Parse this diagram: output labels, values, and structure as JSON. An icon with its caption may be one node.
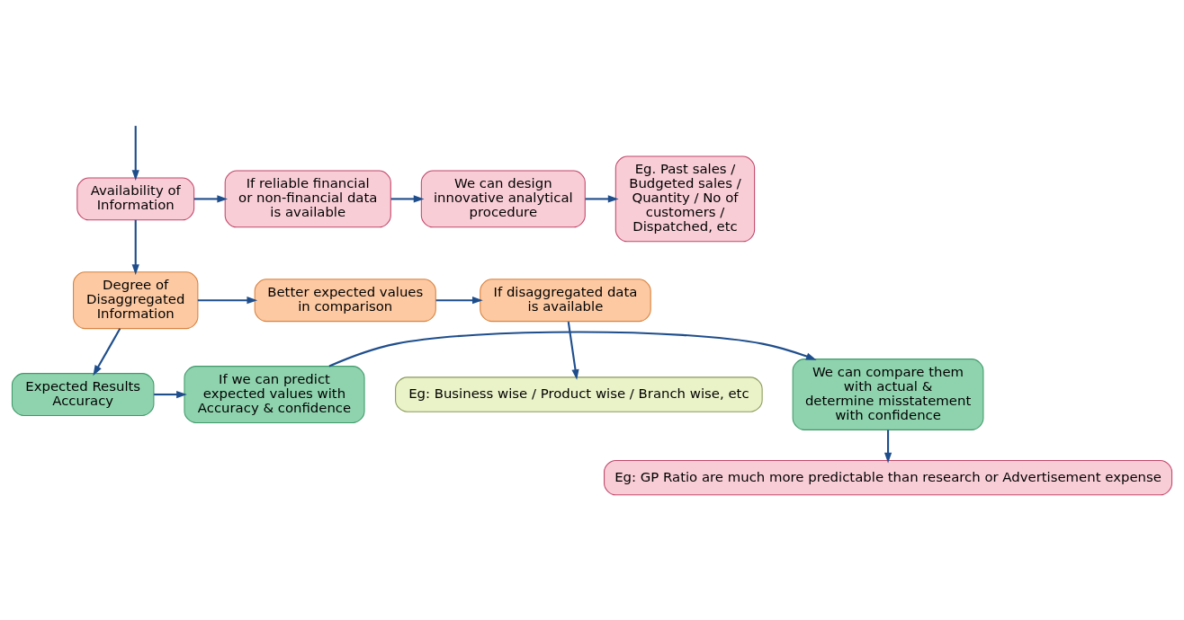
{
  "diagram": {
    "nodes": [
      {
        "text": [
          "Availability of Information"
        ]
      },
      {
        "text": [
          "If reliable financial or non-financial data is available"
        ]
      },
      {
        "text": [
          "We can design innovative analytical procedure"
        ]
      },
      {
        "text": [
          "Eg. Past sales / Budgeted sales / Quantity / No of customers / Dispatched, etc"
        ]
      },
      {
        "text": [
          "Degree of Disaggregated Information"
        ]
      },
      {
        "text": [
          "Better expected values in comparison"
        ]
      },
      {
        "text": [
          "If disaggregated data is available"
        ]
      },
      {
        "text": [
          "Eg: Business wise / Product wise / Branch wise, etc"
        ]
      },
      {
        "text": [
          "Expected Results Accuracy"
        ]
      },
      {
        "text": [
          "If we can predict expected values with Accuracy & confidence"
        ]
      },
      {
        "text": [
          "We can compare them with actual & determine misstatement with confidence"
        ]
      },
      {
        "text": [
          "Eg: GP Ratio are much more predictable than research or Advertisement expense"
        ]
      }
    ],
    "edges": [
      {
        "from": null,
        "to": 0,
        "arrow": "to"
      },
      {
        "from": 0,
        "to": 1,
        "arrow": "to"
      },
      {
        "from": 1,
        "to": 2,
        "arrow": "to"
      },
      {
        "from": 2,
        "to": 3,
        "arrow": "to"
      },
      {
        "from": 0,
        "to": 4,
        "arrow": "to"
      },
      {
        "from": 4,
        "to": 5,
        "arrow": "to"
      },
      {
        "from": 5,
        "to": 6,
        "arrow": "to"
      },
      {
        "from": 6,
        "to": 7,
        "arrow": "to"
      },
      {
        "from": 4,
        "to": 8,
        "arrow": "to"
      },
      {
        "from": 8,
        "to": 9,
        "arrow": "to"
      },
      {
        "from": 9,
        "to": 10,
        "arrow": "to"
      },
      {
        "from": 10,
        "to": 11,
        "arrow": "to"
      }
    ]
  }
}
